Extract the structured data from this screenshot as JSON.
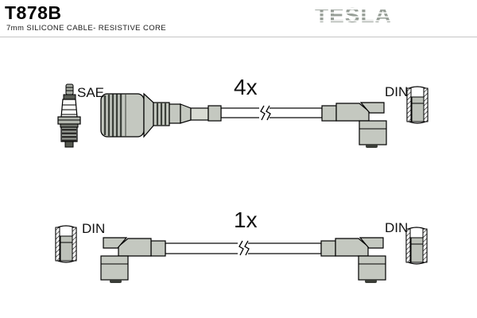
{
  "header": {
    "part_number": "T878B",
    "subtitle": "7mm SILICONE CABLE- RESISTIVE CORE",
    "brand_logo": "TESLA"
  },
  "rows": [
    {
      "quantity": "4x",
      "left_label": "SAE",
      "right_label": "DIN",
      "left_icon": "spark-plug-icon",
      "right_icon": "din-terminal-icon",
      "cable_type": "straight-spark-plug-boot-to-angled-boot"
    },
    {
      "quantity": "1x",
      "left_label": "DIN",
      "right_label": "DIN",
      "left_icon": "din-terminal-icon",
      "right_icon": "din-terminal-icon",
      "cable_type": "angled-boot-to-angled-boot"
    }
  ],
  "colors": {
    "boot_fill": "#c4c8c0",
    "neck_fill": "#d8dbd3",
    "terminal_inner": "#bdc1b9",
    "logo_gray": "#9aa19a",
    "outline": "#000000"
  }
}
